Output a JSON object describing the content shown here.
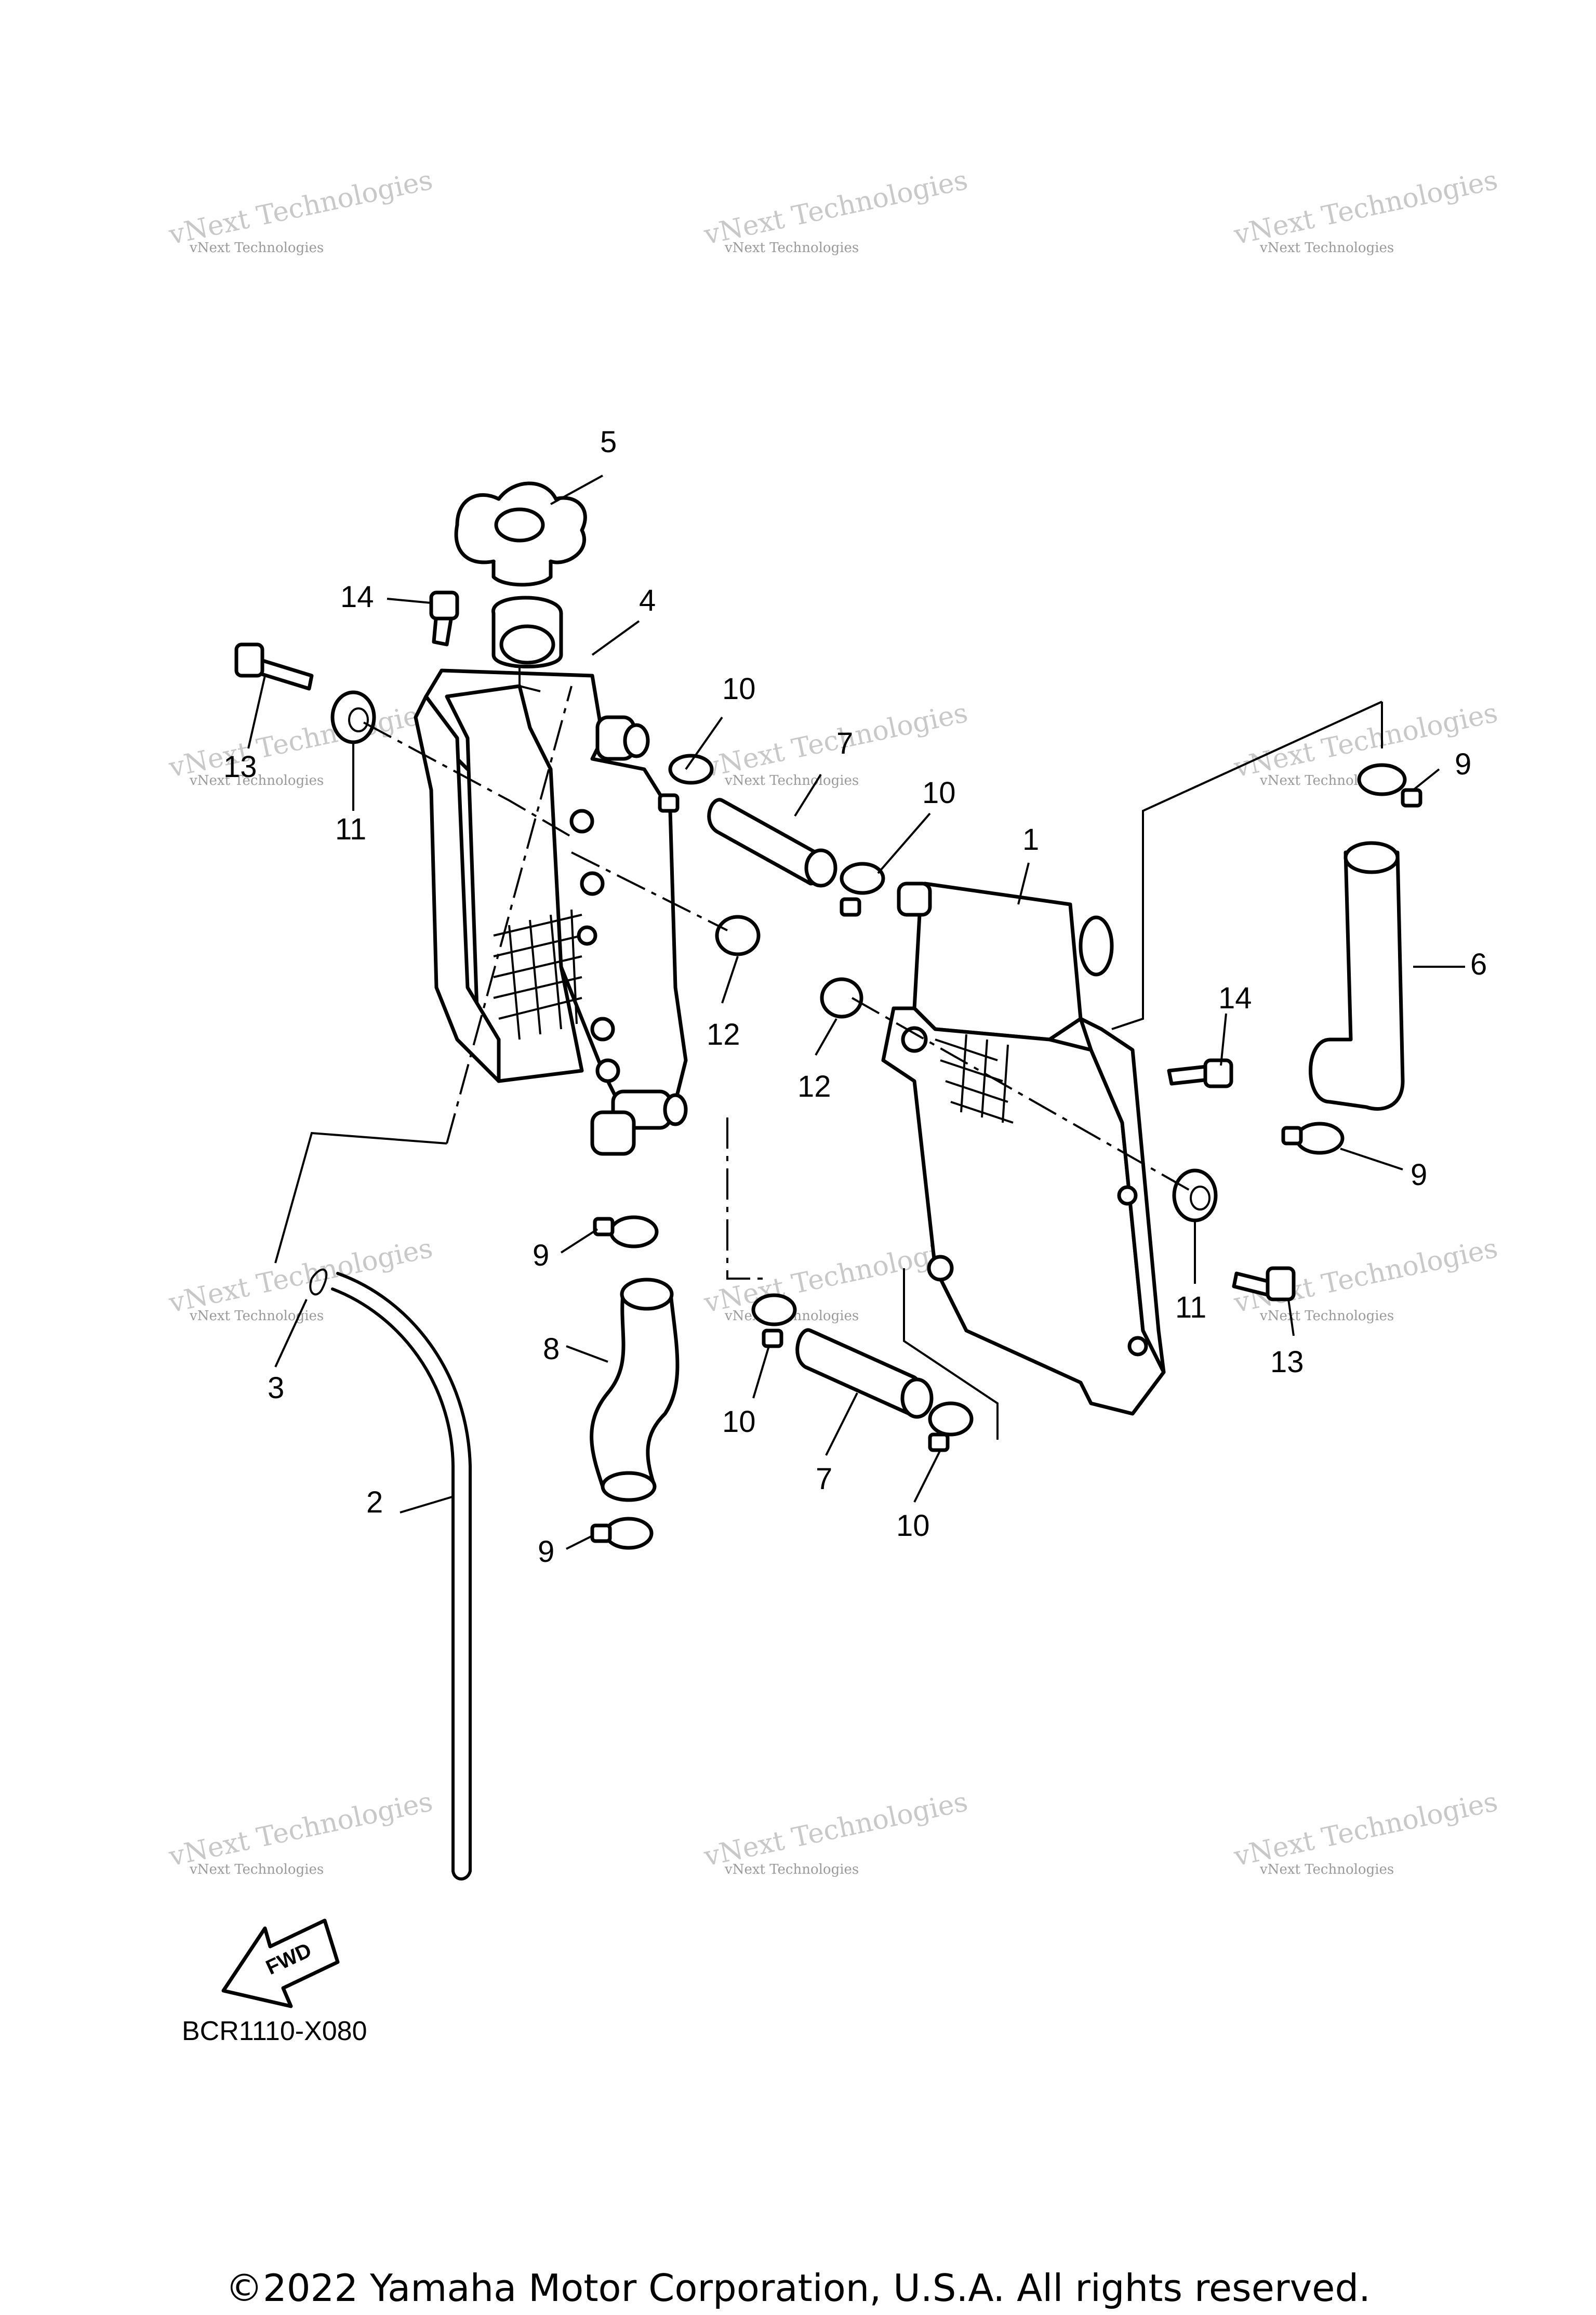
{
  "diagram": {
    "code": "BCR1110-X080",
    "copyright": "©2022 Yamaha Motor Corporation, U.S.A. All rights reserved.",
    "fwd_label": "FWD",
    "watermark": {
      "line1": "vNext Technologies",
      "line2": "vNext Technologies"
    },
    "callouts": [
      "5",
      "14",
      "4",
      "13",
      "11",
      "10",
      "7",
      "10",
      "9",
      "1",
      "6",
      "12",
      "12",
      "14",
      "9",
      "11",
      "13",
      "3",
      "9",
      "8",
      "10",
      "7",
      "10",
      "2",
      "9"
    ]
  }
}
